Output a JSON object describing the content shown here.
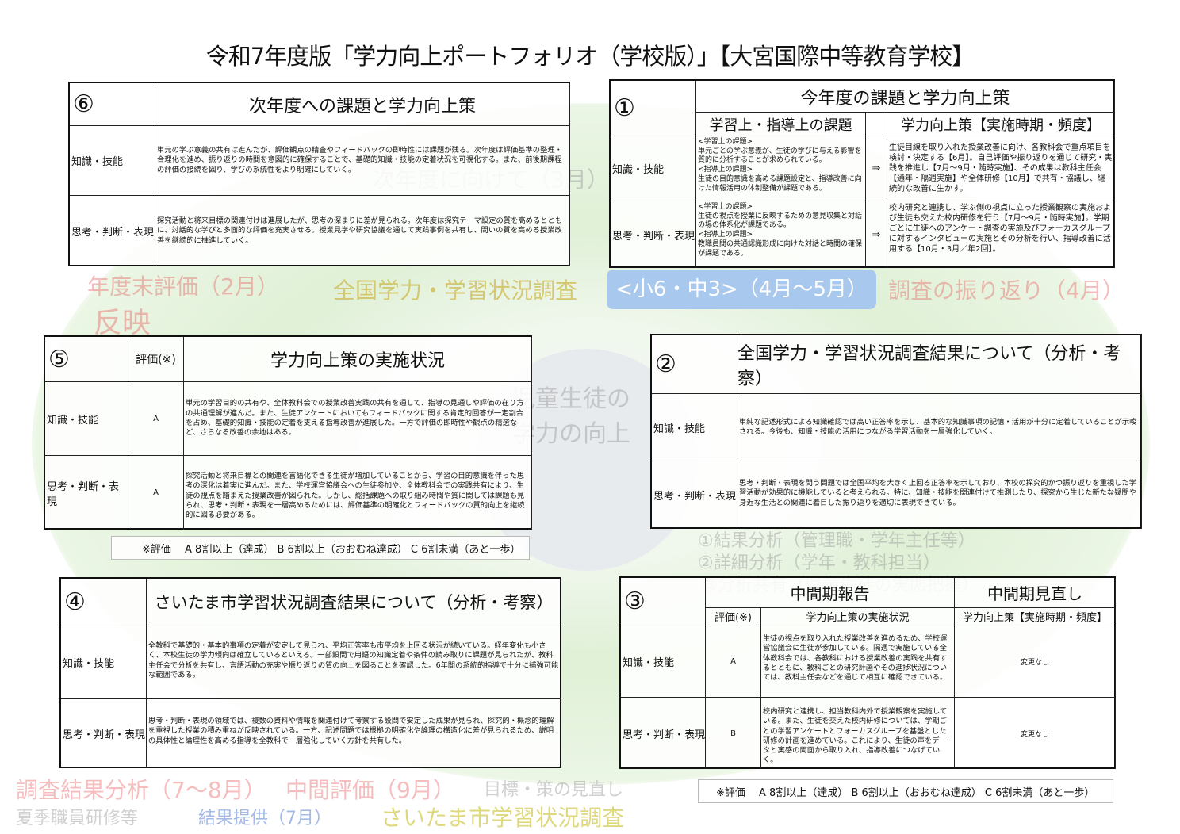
{
  "title": "令和7年度版「学力向上ポートフォリオ（学校版）」【大宮国際中等教育学校】",
  "background_labels": [
    "次年度に向けて（3月）",
    "年度末評価（2月）",
    "反映",
    "全国学力・学習状況調査",
    "<小6・中3>（4月～5月）",
    "調査の振り返り（4月）",
    "児童生徒の学力の向上",
    "調査結果分析（7～8月）",
    "①結果分析（管理職・学年主任等）",
    "②詳細分析（学年・教科担当）",
    "③分析共有（児童生徒の実態把握）",
    "夏季職員研修等",
    "さいたま市学習状況調査",
    "中間評価（9月）",
    "目標・策の見直し",
    "結果提供（7月）"
  ],
  "rows": {
    "k": "知識・技能",
    "s": "思考・判断・表現"
  },
  "box6": {
    "num": "⑥",
    "title": "次年度への課題と学力向上策",
    "k": "単元の学ぶ意義の共有は進んだが、評価観点の精査やフィードバックの即時性には課題が残る。次年度は評価基準の整理・合理化を進め、振り返りの時間を意図的に確保することで、基礎的知識・技能の定着状況を可視化する。また、前後期課程の評価の接続を図り、学びの系統性をより明確にしていく。",
    "s": "探究活動と将来目標の関連付けは進展したが、思考の深まりに差が見られる。次年度は探究テーマ設定の質を高めるとともに、対話的な学びと多面的な評価を充実させる。授業見学や研究協議を通して実践事例を共有し、問いの質を高める授業改善を継続的に推進していく。"
  },
  "box1": {
    "num": "①",
    "title": "今年度の課題と学力向上策",
    "col_issue": "学習上・指導上の課題",
    "col_plan": "学力向上策【実施時期・頻度】",
    "arrow": "⇒",
    "k_issue": "<学習上の課題>\n単元ごとの学ぶ意義が、生徒の学びに与える影響を質的に分析することが求められている。\n<指導上の課題>\n生徒の目的意識を高める課題設定と、指導改善に向けた情報活用の体制整備が課題である。",
    "k_plan": "生徒目線を取り入れた授業改善に向け、各教科会で重点項目を検討・決定する【6月】。自己評価や振り返りを通じて研究・実践を推進し【7月～9月・随時実施】、その成果は教科主任会【通年・隔週実施】や全体研修【10月】で共有・協議し、継続的な改善に生かす。",
    "s_issue": "<学習上の課題>\n生徒の視点を授業に反映するための意見収集と対話の場の体系化が課題である。\n<指導上の課題>\n教職員間の共通認識形成に向けた対話と時間の確保が課題である。",
    "s_plan": "校内研究と連携し、学ぶ側の視点に立った授業観察の実施および生徒も交えた校内研修を行う【7月～9月・随時実施】。学期ごとに生徒へのアンケート調査の実施及びフォーカスグループに対するインタビューの実施とその分析を行い、指導改善に活用する【10月・3月／年2回】。"
  },
  "box5": {
    "num": "⑤",
    "eval_header": "評価(※)",
    "title": "学力向上策の実施状況",
    "k_eval": "A",
    "s_eval": "A",
    "k": "単元の学習目的の共有や、全体教科会での授業改善実践の共有を通して、指導の見通しや評価の在り方の共通理解が進んだ。また、生徒アンケートにおいてもフィードバックに関する肯定的回答が一定割合を占め、基礎的知識・技能の定着を支える指導改善が進展した。一方で評価の即時性や観点の精選など、さらなる改善の余地はある。",
    "s": "探究活動と将来目標との関連を言語化できる生徒が増加していることから、学習の目的意識を伴った思考の深化は着実に進んだ。また、学校運営協議会への生徒参加や、全体教科会での実践共有により、生徒の視点を踏まえた授業改善が図られた。しかし、総括課題への取り組み時間や質に関しては課題も見られ、思考・判断・表現を一層高めるためには、評価基準の明確化とフィードバックの質的向上を継続的に図る必要がある。"
  },
  "box2": {
    "num": "②",
    "title": "全国学力・学習状況調査結果について（分析・考察）",
    "k": "単純な記述形式による知識確認では高い正答率を示し、基本的な知識事項の記憶・活用が十分に定着していることが示唆される。今後も、知識・技能の活用につながる学習活動を一層強化していく。",
    "s": "思考・判断・表現を問う問題では全国平均を大きく上回る正答率を示しており、本校の探究的かつ振り返りを重視した学習活動が効果的に機能していると考えられる。特に、知識・技能を関連付けて推測したり、探究から生じた新たな疑問や身近な生活との関連に着目した振り返りを適切に表現できている。"
  },
  "box4": {
    "num": "④",
    "title": "さいたま市学習状況調査結果について（分析・考察）",
    "k": "全教科で基礎的・基本的事項の定着が安定して見られ、平均正答率も市平均を上回る状況が続いている。経年変化も小さく、本校生徒の学力傾向は確立しているといえる。一部設問で用語の知識定着や条件の読み取りに課題が見られたが、教科主任会で分析を共有し、言語活動の充実や振り返りの質の向上を図ることを確認した。6年間の系統的指導で十分に補強可能な範囲である。",
    "s": "思考・判断・表現の領域では、複数の資料や情報を関連付けて考察する設問で安定した成果が見られ、探究的・概念的理解を重視した授業の積み重ねが反映されている。一方、記述問題では根拠の明確化や論理の構造化に差が見られるため、説明の具体性と論理性を高める指導を全教科で一層強化していく方針を共有した。"
  },
  "box3": {
    "num": "③",
    "mid_report": "中間期報告",
    "mid_review": "中間期見直し",
    "eval_header": "評価(※)",
    "status_header": "学力向上策の実施状況",
    "plan_header": "学力向上策【実施時期・頻度】",
    "k_eval": "A",
    "s_eval": "B",
    "k": "生徒の視点を取り入れた授業改善を進めるため、学校運営協議会に生徒が参加している。隔週で実施している全体教科会では、各教科における授業改善の実践を共有するとともに、教科ごとの研究計画やその進捗状況については、教科主任会などを通じて相互に確認できている。",
    "s": "校内研究と連携し、担当教科内外で授業観察を実施している。また、生徒を交えた校内研修については、学期ごとの学習アンケートとフォーカスグループを基盤とした研修の計画を進めている。これにより、生徒の声をデータと実感の両面から取り入れ、指導改善につなげていく。",
    "k_plan": "変更なし",
    "s_plan": "変更なし"
  },
  "eval_note": "※評価　 A 8割以上（達成） B 6割以上（おおむね達成） C 6割未満（あと一歩）"
}
